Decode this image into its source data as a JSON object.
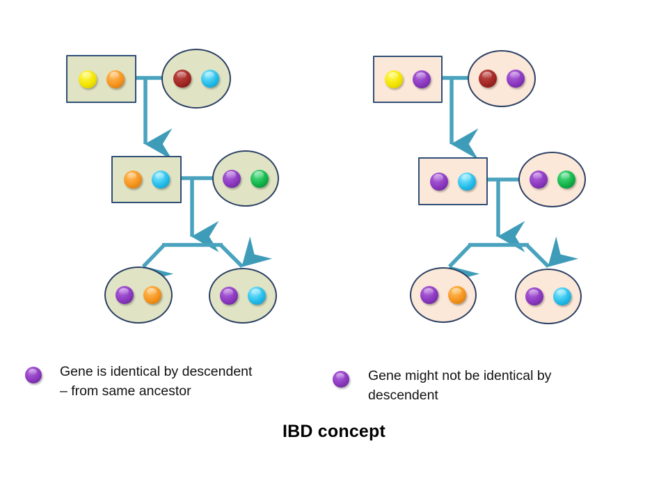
{
  "title": "IBD concept",
  "colors": {
    "connector": "#4AA3BE",
    "box_border": "#2E4E77",
    "circle_border": "#2B3F63",
    "left_fill": "#E0E4C4",
    "right_fill": "#FBE8D8",
    "allele_yellow": "#F4E400",
    "allele_orange": "#F6941E",
    "allele_cyan": "#25BDEB",
    "allele_darkred": "#A32825",
    "allele_purple": "#8B39C0",
    "allele_green": "#12B54A"
  },
  "pedigrees": [
    {
      "id": "left-pedigree",
      "fill": "left",
      "generations": [
        {
          "id": "gen1",
          "father": {
            "shape": "square",
            "alleles": [
              "yellow",
              "orange"
            ]
          },
          "mother": {
            "shape": "circle",
            "alleles": [
              "darkred",
              "cyan"
            ]
          }
        },
        {
          "id": "gen2",
          "father": {
            "shape": "square",
            "alleles": [
              "orange",
              "cyan"
            ]
          },
          "mother": {
            "shape": "circle",
            "alleles": [
              "purple",
              "green"
            ]
          }
        },
        {
          "id": "gen3",
          "children": [
            {
              "shape": "circle",
              "alleles": [
                "purple",
                "orange"
              ]
            },
            {
              "shape": "circle",
              "alleles": [
                "purple",
                "cyan"
              ]
            }
          ]
        }
      ]
    },
    {
      "id": "right-pedigree",
      "fill": "right",
      "generations": [
        {
          "id": "gen1",
          "father": {
            "shape": "square",
            "alleles": [
              "yellow",
              "purple"
            ]
          },
          "mother": {
            "shape": "circle",
            "alleles": [
              "darkred",
              "purple"
            ]
          }
        },
        {
          "id": "gen2",
          "father": {
            "shape": "square",
            "alleles": [
              "purple",
              "cyan"
            ]
          },
          "mother": {
            "shape": "circle",
            "alleles": [
              "purple",
              "green"
            ]
          }
        },
        {
          "id": "gen3",
          "children": [
            {
              "shape": "circle",
              "alleles": [
                "purple",
                "orange"
              ]
            },
            {
              "shape": "circle",
              "alleles": [
                "purple",
                "cyan"
              ]
            }
          ]
        }
      ]
    }
  ],
  "legend": [
    {
      "id": "legend-ibd",
      "dot_color": "purple",
      "text": "Gene is identical by descendent\n– from same ancestor"
    },
    {
      "id": "legend-not-ibd",
      "dot_color": "purple",
      "text": "Gene might not be identical by\ndescendent"
    }
  ]
}
